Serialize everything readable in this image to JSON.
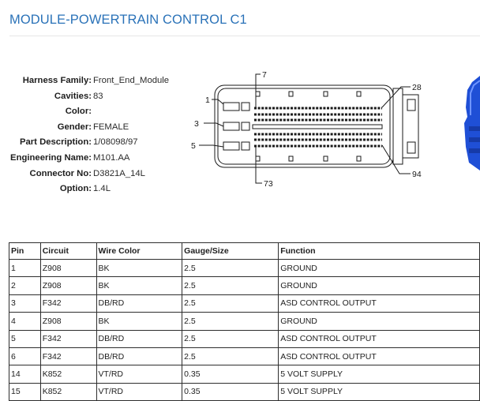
{
  "page": {
    "title": "MODULE-POWERTRAIN CONTROL C1"
  },
  "properties": [
    {
      "label": "Harness Family:",
      "value": "Front_End_Module"
    },
    {
      "label": "Cavities:",
      "value": "83"
    },
    {
      "label": "Color:",
      "value": ""
    },
    {
      "label": "Gender:",
      "value": "FEMALE"
    },
    {
      "label": "Part Description:",
      "value": "1/08098/97"
    },
    {
      "label": "Engineering Name:",
      "value": "M101.AA"
    },
    {
      "label": "Connector No:",
      "value": "D3821A_14L"
    },
    {
      "label": "Option:",
      "value": "1.4L"
    }
  ],
  "diagram": {
    "callouts": [
      "7",
      "28",
      "1",
      "3",
      "5",
      "73",
      "94"
    ]
  },
  "table": {
    "headers": [
      "Pin",
      "Circuit",
      "Wire Color",
      "Gauge/Size",
      "Function"
    ],
    "rows": [
      [
        "1",
        "Z908",
        "BK",
        "2.5",
        "GROUND"
      ],
      [
        "2",
        "Z908",
        "BK",
        "2.5",
        "GROUND"
      ],
      [
        "3",
        "F342",
        "DB/RD",
        "2.5",
        "ASD CONTROL OUTPUT"
      ],
      [
        "4",
        "Z908",
        "BK",
        "2.5",
        "GROUND"
      ],
      [
        "5",
        "F342",
        "DB/RD",
        "2.5",
        "ASD CONTROL OUTPUT"
      ],
      [
        "6",
        "F342",
        "DB/RD",
        "2.5",
        "ASD CONTROL OUTPUT"
      ],
      [
        "14",
        "K852",
        "VT/RD",
        "0.35",
        "5 VOLT SUPPLY"
      ],
      [
        "15",
        "K852",
        "VT/RD",
        "0.35",
        "5 VOLT SUPPLY"
      ]
    ]
  },
  "colors": {
    "title": "#2a72b8",
    "part_blue": "#1f4fd6"
  }
}
